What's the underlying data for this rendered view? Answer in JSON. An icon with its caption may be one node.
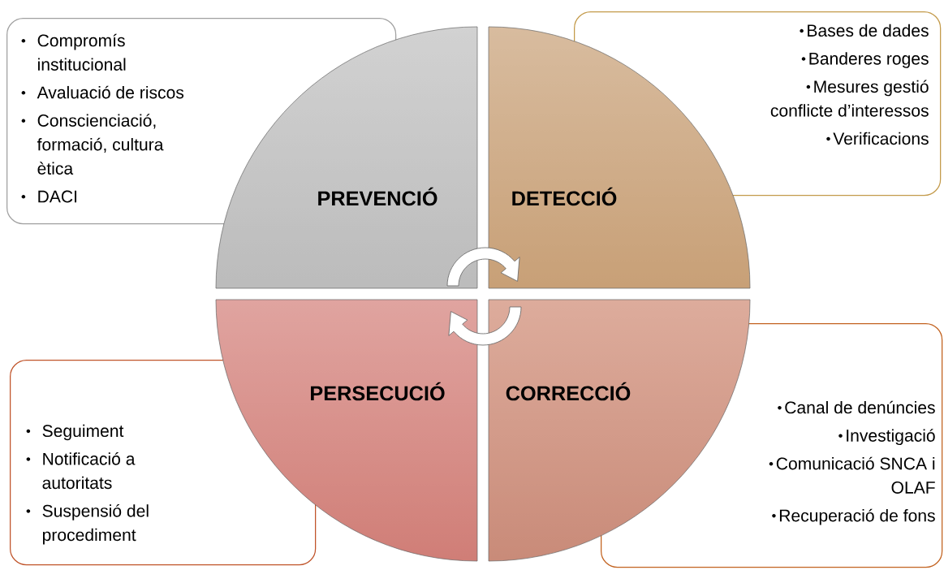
{
  "diagram": {
    "nodes": [
      {
        "text": [
          "Compromís institucional",
          "Avaluació de riscos",
          "Conscienciació, formació, cultura ètica",
          "DACI"
        ]
      },
      {
        "text": [
          "PREVENCIÓ"
        ]
      },
      {
        "text": [
          "DETECCIÓ"
        ]
      },
      {
        "text": [
          "Bases de dades",
          "Banderes roges",
          "Mesures gestió conflicte d’interessos",
          "Verificacions"
        ]
      },
      {
        "text": [
          "Seguiment",
          "Notificació a autoritats",
          "Suspensió del procediment"
        ]
      },
      {
        "text": [
          "PERSECUCIÓ"
        ]
      },
      {
        "text": [
          "CORRECCIÓ"
        ]
      },
      {
        "text": [
          "Canal de denúncies",
          "Investigació",
          "Comunicació SNCA i OLAF",
          "Recuperació de fons"
        ]
      }
    ],
    "edges": [
      {
        "from": 1,
        "to": 2,
        "arrow": "to"
      },
      {
        "from": 6,
        "to": 5,
        "arrow": "to"
      }
    ]
  }
}
